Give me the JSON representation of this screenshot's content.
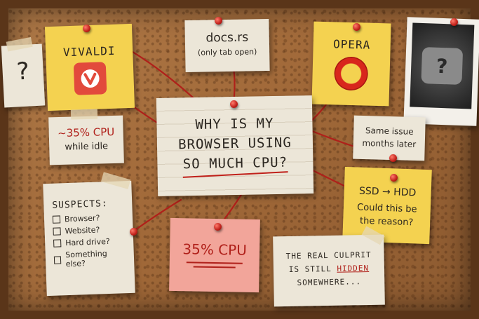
{
  "center": {
    "line1": "WHY IS MY",
    "line2": "BROWSER USING",
    "line3": "SO MUCH CPU?"
  },
  "notes": {
    "question_left": "?",
    "vivaldi": {
      "title": "VIVALDI",
      "icon": "vivaldi-logo-icon"
    },
    "docs": {
      "title": "docs.rs",
      "sub": "(only tab open)"
    },
    "opera": {
      "title": "OPERA",
      "icon": "opera-logo-icon"
    },
    "photo": {
      "mark": "?",
      "icon": "puzzle-piece-icon"
    },
    "cpu_idle": {
      "line1": "~35% CPU",
      "line2": "while idle"
    },
    "same_issue": {
      "line1": "Same issue",
      "line2": "months later"
    },
    "suspects": {
      "title": "SUSPECTS:",
      "items": [
        "Browser?",
        "Website?",
        "Hard drive?",
        "Something else?"
      ]
    },
    "cpu_pink": "35% CPU",
    "ssd": {
      "line1": "SSD → HDD",
      "line2": "Could this be",
      "line3": "the reason?"
    },
    "culprit": {
      "line1": "THE REAL CULPRIT",
      "line2a": "IS STILL ",
      "line2b": "HIDDEN",
      "line3": "SOMEWHERE..."
    }
  },
  "colors": {
    "string": "#b0201a",
    "pin": "#c0201a",
    "underline": "#c0201a",
    "yellow": "#f4d250",
    "pink": "#f2a59a",
    "paper": "#ece6d8"
  }
}
